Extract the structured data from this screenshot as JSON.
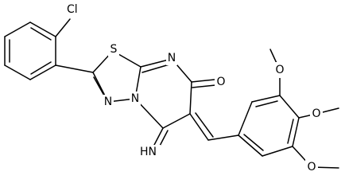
{
  "molecule": {
    "atoms": {
      "cl": "Cl",
      "s": "S",
      "n_top": "N",
      "n_left": "N",
      "n_ring": "N",
      "o_carbonyl": "O",
      "imine": "HN",
      "o_meo1": "O",
      "o_meo2": "O",
      "o_meo3": "O"
    }
  }
}
